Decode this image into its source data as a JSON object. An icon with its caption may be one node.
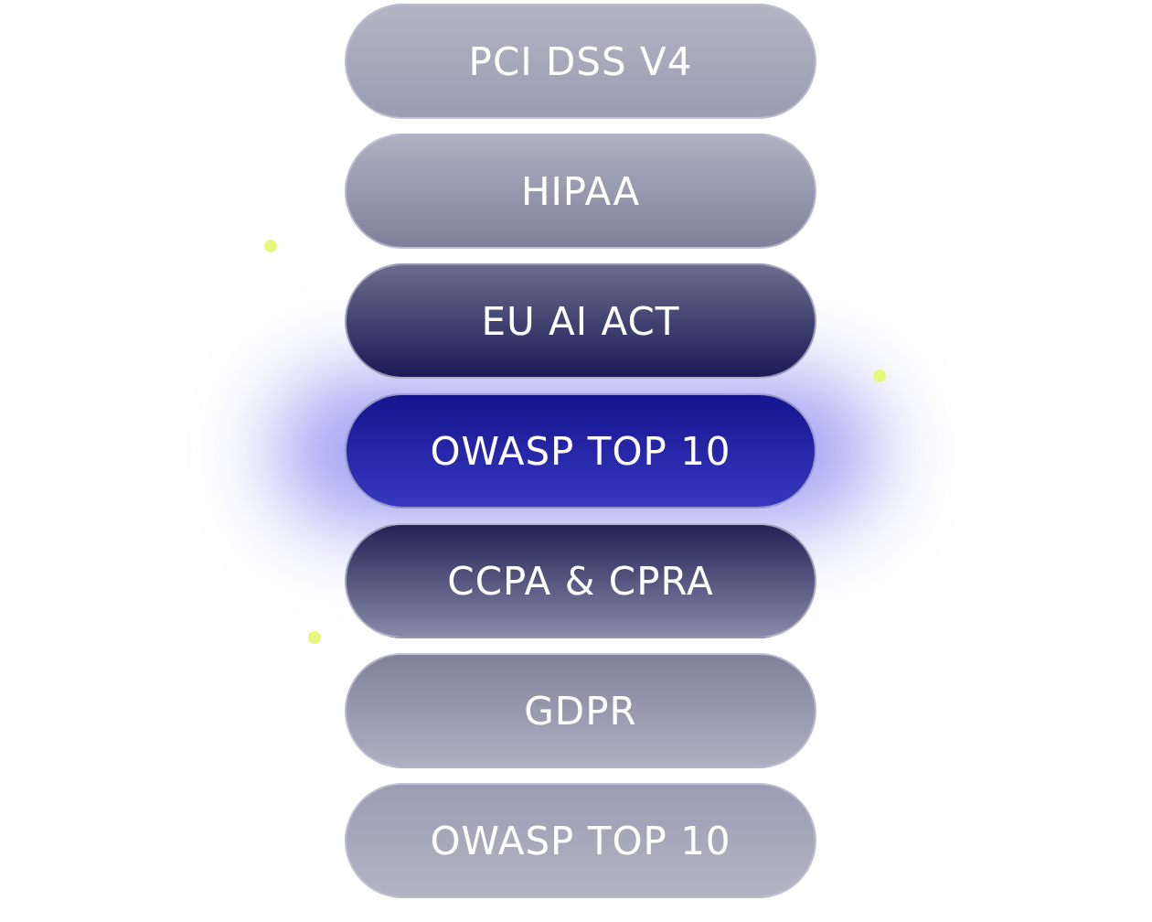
{
  "diagram": {
    "nodes": [
      {
        "text": [
          "PCI DSS V4"
        ]
      },
      {
        "text": [
          "HIPAA"
        ]
      },
      {
        "text": [
          "EU AI ACT"
        ]
      },
      {
        "text": [
          "OWASP TOP 10"
        ]
      },
      {
        "text": [
          "CCPA & CPRA"
        ]
      },
      {
        "text": [
          "GDPR"
        ]
      },
      {
        "text": [
          "OWASP TOP 10"
        ]
      }
    ]
  }
}
